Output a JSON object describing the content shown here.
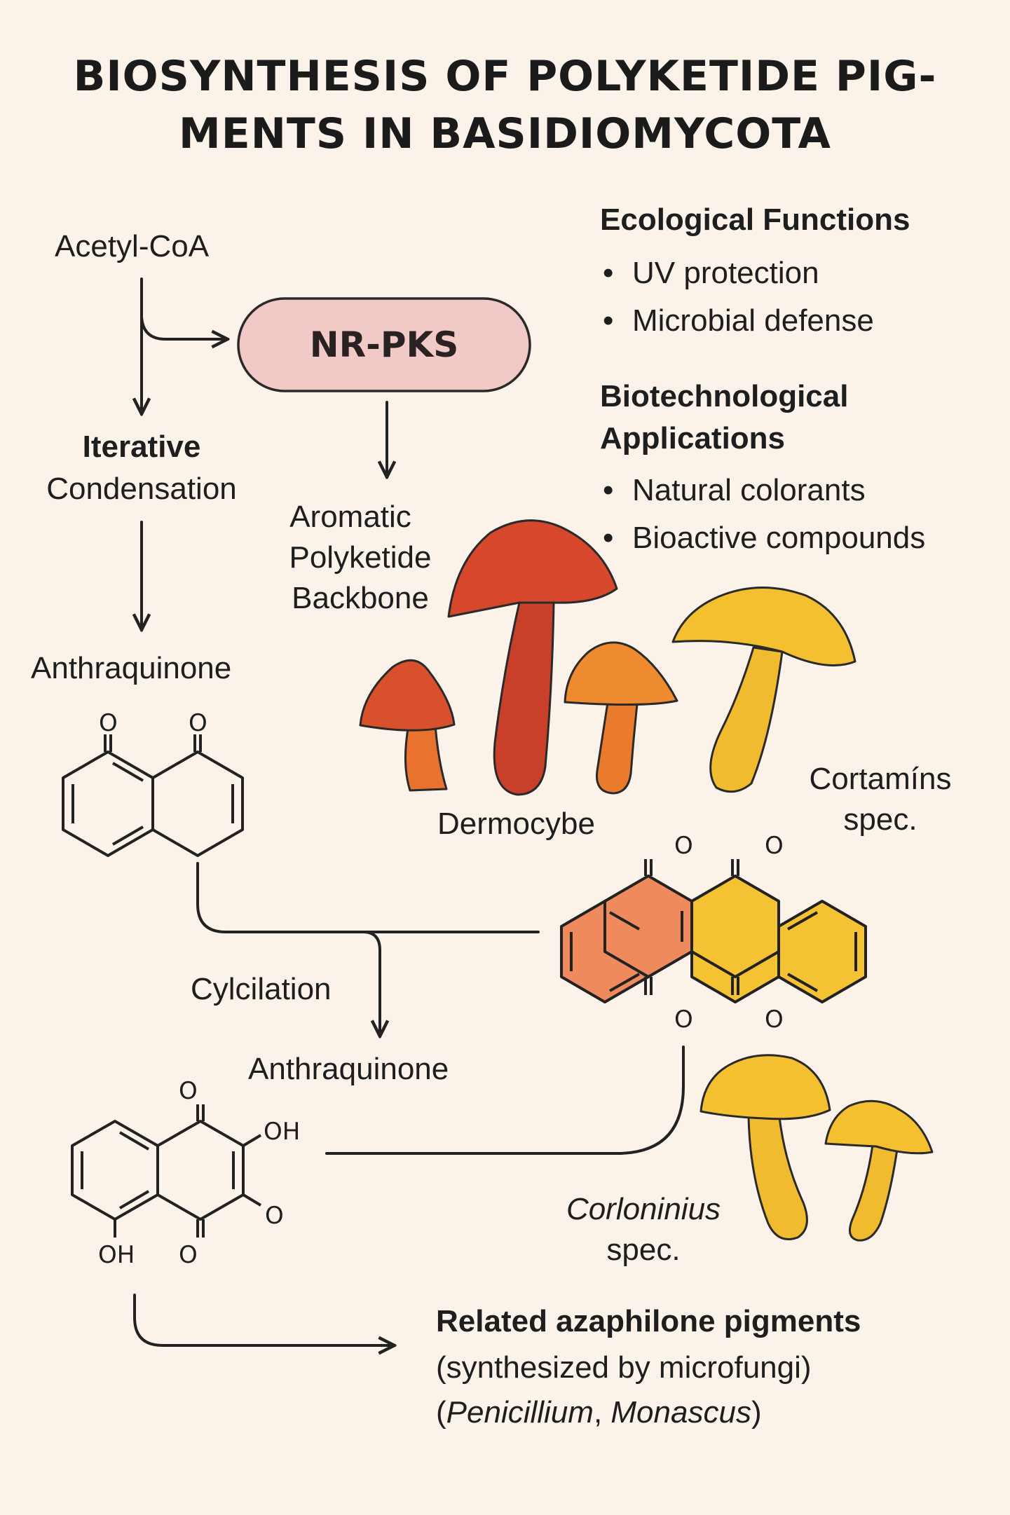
{
  "title": {
    "line1": "BIOSYNTHESIS OF POLYKETIDE PIG-",
    "line2": "MENTS IN BASIDIOMYCOTA"
  },
  "pathway": {
    "acetyl_coa": "Acetyl-CoA",
    "nr_pks": "NR-PKS",
    "iterative_1": "Iterative",
    "iterative_2": "Condensation",
    "backbone_1": "Aromatic",
    "backbone_2": "Polyketide",
    "backbone_3": "Backbone",
    "anthraquinone_1": "Anthraquinone",
    "cyclization": "Cylcilation",
    "anthraquinone_2": "Anthraquinone"
  },
  "sidebar": {
    "ecological_heading": "Ecological Functions",
    "ecological_items": [
      "UV protection",
      "Microbial defense"
    ],
    "biotech_heading_1": "Biotechnological",
    "biotech_heading_2": "Applications",
    "biotech_items": [
      "Natural colorants",
      "Bioactive compounds"
    ]
  },
  "fungi": {
    "dermocybe": "Dermocybe",
    "cortamins_1": "Cortamíns",
    "cortamins_2": "spec.",
    "corloninius_1": "Corloninius",
    "corloninius_2": "spec."
  },
  "atoms": {
    "o": "O",
    "oh": "OH"
  },
  "footer": {
    "line1": "Related azaphilone pigments",
    "line2": "(synthesized by microfungi)",
    "paren_open": "(",
    "genus1": "Penicillium",
    "comma": ", ",
    "genus2": "Monascus",
    "paren_close": ")"
  },
  "colors": {
    "background": "#fbf2ea",
    "pill_fill": "#f1c9c7",
    "red_cap": "#cf4a2a",
    "orange_cap": "#e8782e",
    "yellow_cap": "#f2b82d",
    "ring_orange": "#ef8a5c",
    "ring_yellow": "#f4c232"
  }
}
